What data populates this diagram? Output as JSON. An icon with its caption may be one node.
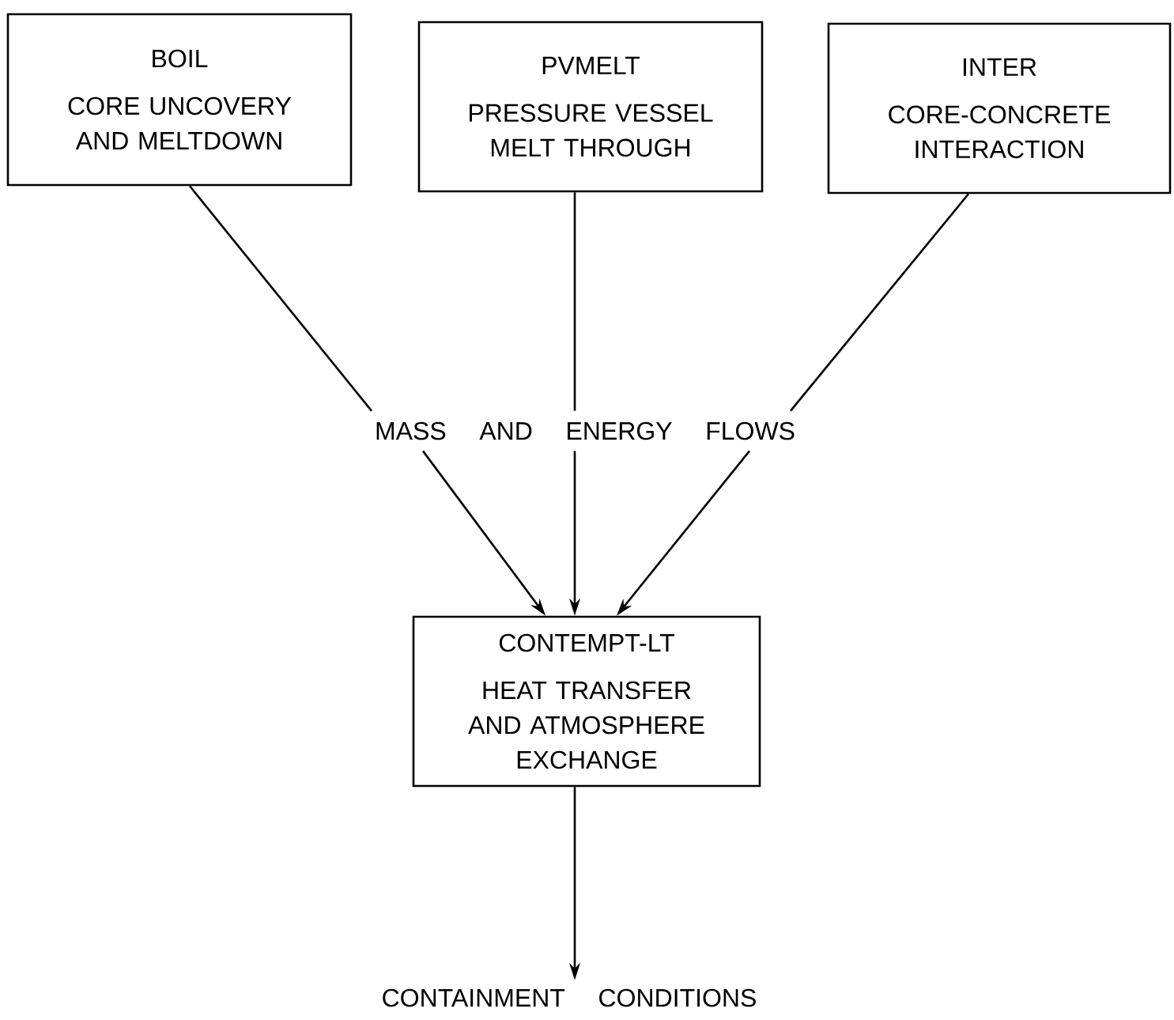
{
  "diagram": {
    "nodes": [
      {
        "text": [
          "BOIL",
          "CORE UNCOVERY AND MELTDOWN"
        ]
      },
      {
        "text": [
          "PVMELT",
          "PRESSURE VESSEL MELT THROUGH"
        ]
      },
      {
        "text": [
          "INTER",
          "CORE-CONCRETE INTERACTION"
        ]
      },
      {
        "text": [
          "MASS AND ENERGY FLOWS"
        ]
      },
      {
        "text": [
          "CONTEMPT-LT",
          "HEAT TRANSFER AND ATMOSPHERE EXCHANGE"
        ]
      },
      {
        "text": [
          "CONTAINMENT CONDITIONS"
        ]
      }
    ],
    "edges": [
      {
        "from": 0,
        "to": 3,
        "arrow": "none"
      },
      {
        "from": 1,
        "to": 3,
        "arrow": "none"
      },
      {
        "from": 2,
        "to": 3,
        "arrow": "none"
      },
      {
        "from": 3,
        "to": 4,
        "arrow": "to"
      },
      {
        "from": 3,
        "to": 4,
        "arrow": "to"
      },
      {
        "from": 3,
        "to": 4,
        "arrow": "to"
      },
      {
        "from": 4,
        "to": 5,
        "arrow": "to"
      }
    ]
  }
}
